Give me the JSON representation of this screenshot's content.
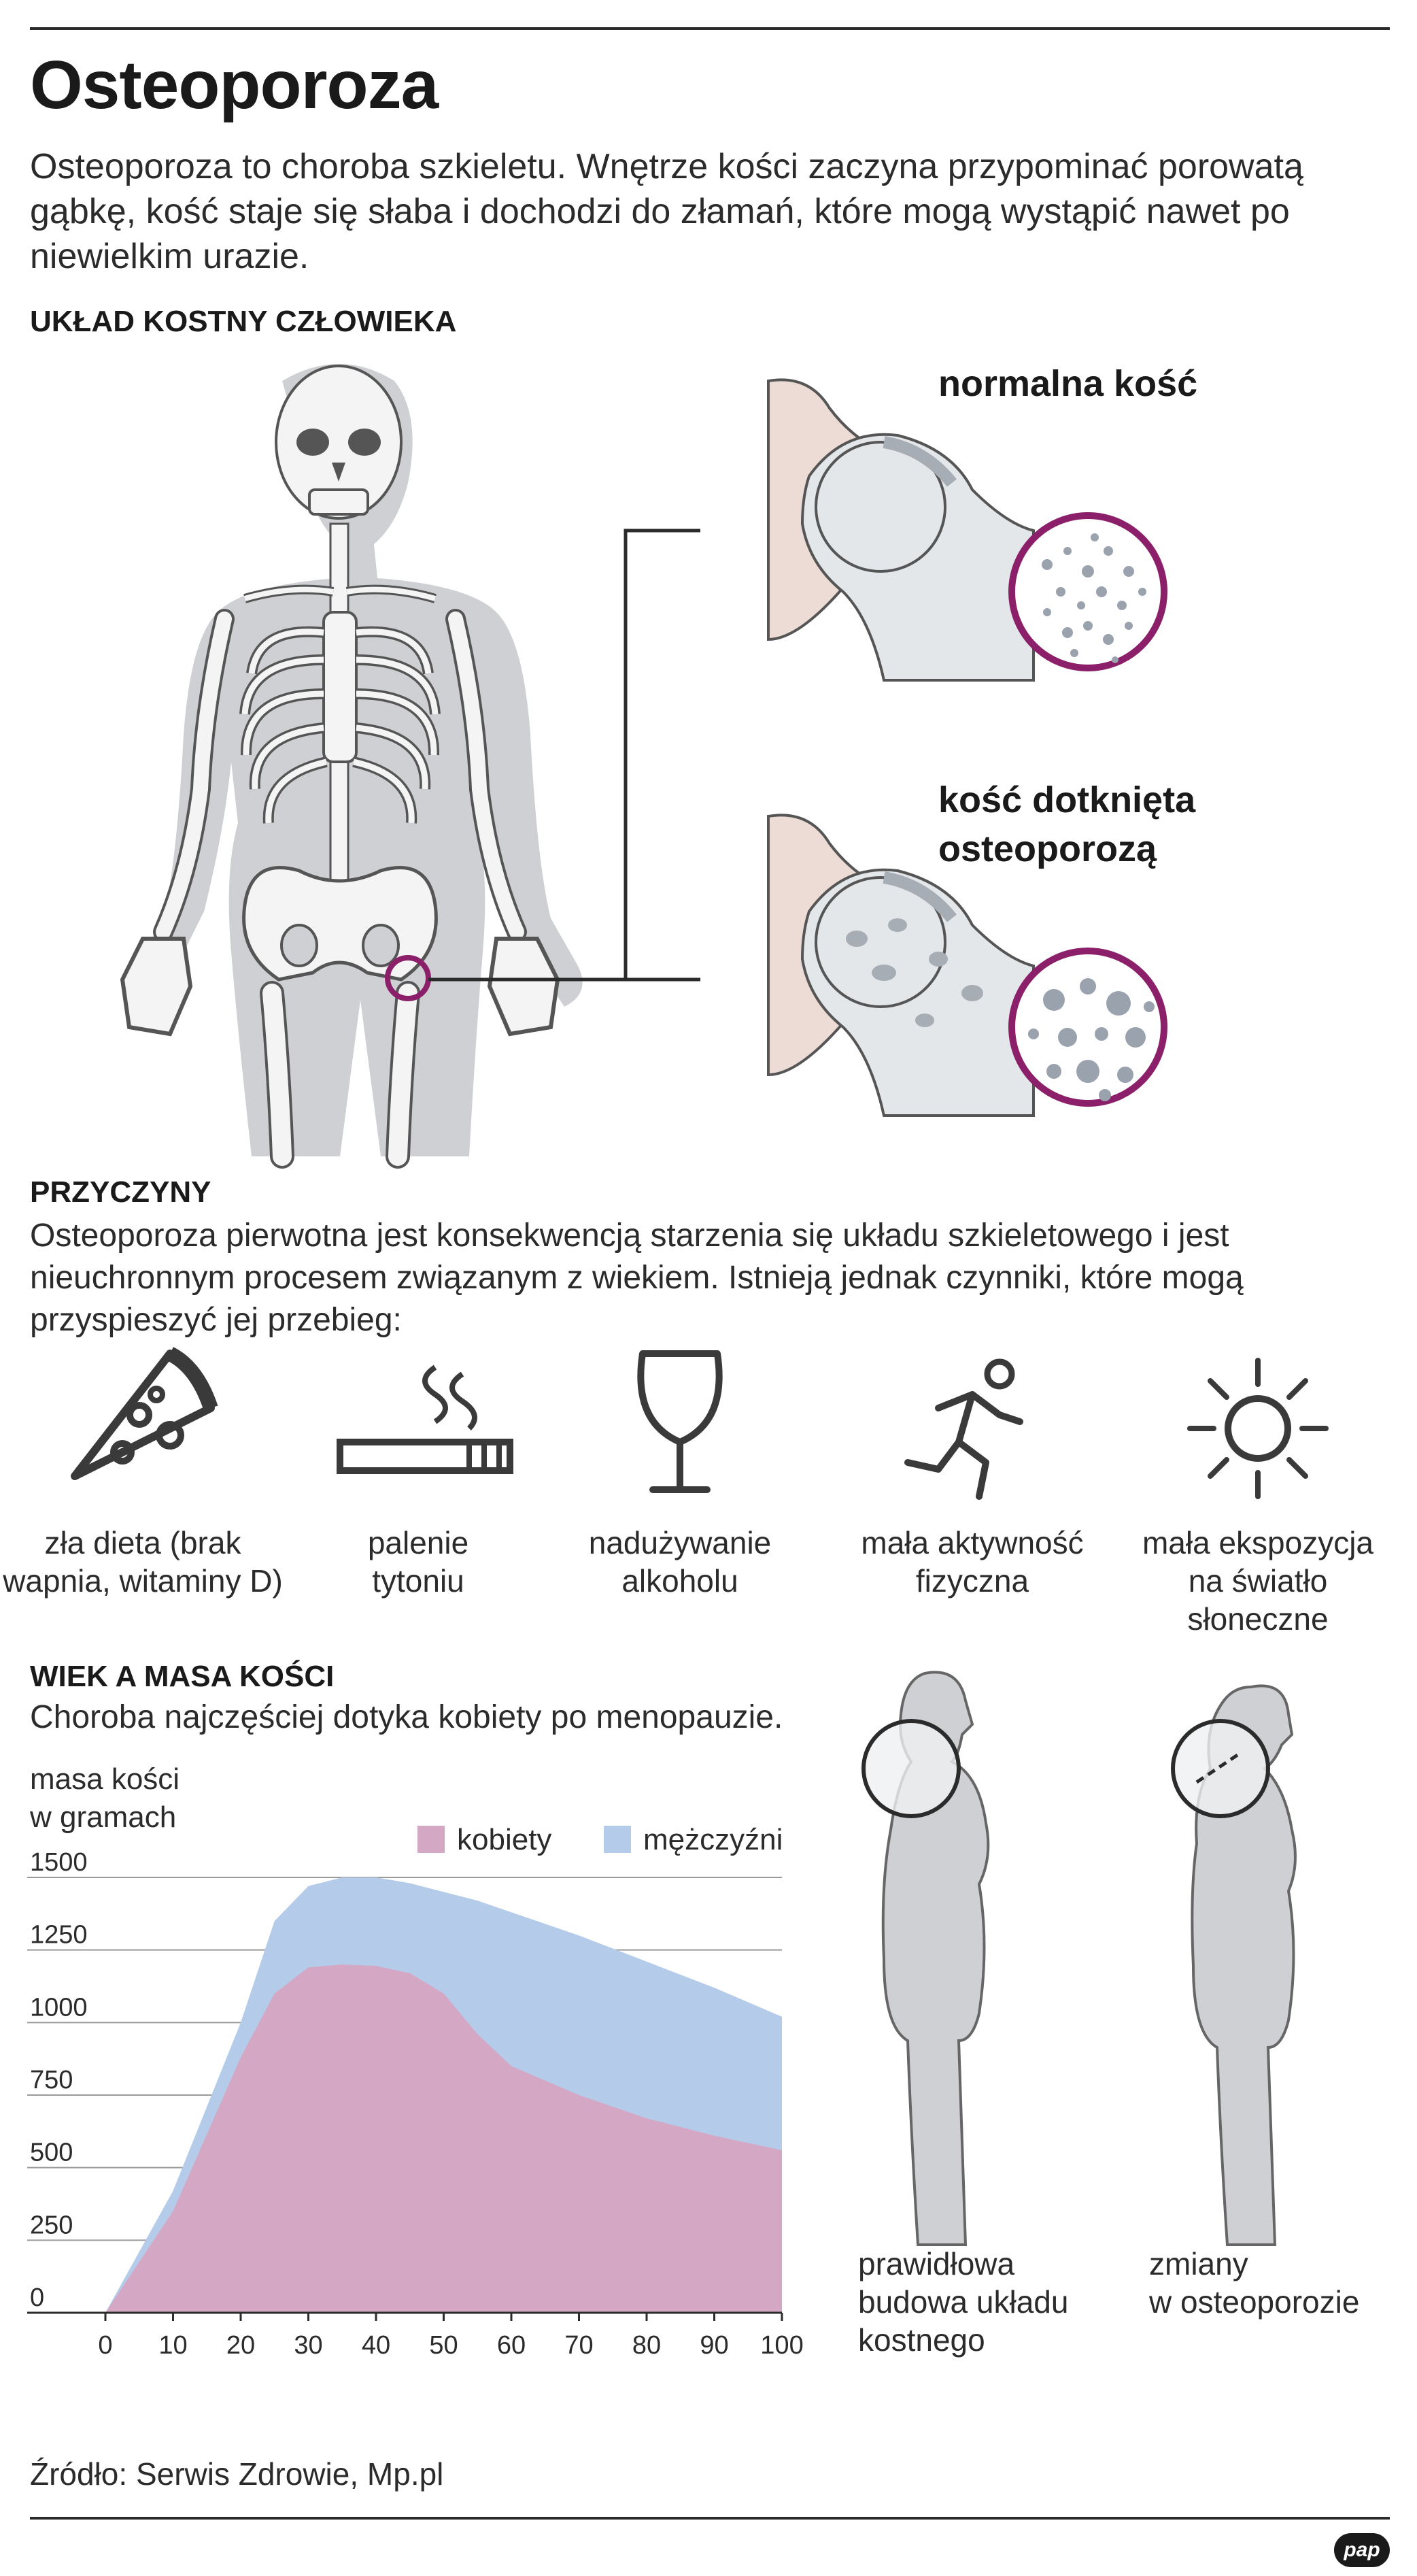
{
  "header": {
    "title": "Osteoporoza",
    "intro": "Osteoporoza to choroba szkieletu. Wnętrze kości zaczyna przypominać porowatą gąbkę, kość staje się słaba i dochodzi do złamań, które mogą  wystąpić nawet po niewielkim urazie."
  },
  "skeleton_section": {
    "heading": "UKŁAD KOSTNY CZŁOWIEKA",
    "normal_bone_label": "normalna kość",
    "osteo_bone_label_line1": "kość dotknięta",
    "osteo_bone_label_line2": "osteoporozą"
  },
  "causes_section": {
    "heading": "PRZYCZYNY",
    "text": "Osteoporoza pierwotna jest konsekwencją starzenia się układu szkieletowego i jest nieuchronnym procesem związanym z wiekiem. Istnieją jednak czynniki, które mogą przyspieszyć jej przebieg:",
    "factors": [
      {
        "icon": "pizza-slice-icon",
        "line1": "zła dieta (brak",
        "line2": "wapnia, witaminy D)"
      },
      {
        "icon": "cigarette-icon",
        "line1": "palenie",
        "line2": "tytoniu"
      },
      {
        "icon": "wine-glass-icon",
        "line1": "nadużywanie",
        "line2": "alkoholu"
      },
      {
        "icon": "running-person-icon",
        "line1": "mała aktywność",
        "line2": "fizyczna"
      },
      {
        "icon": "sun-icon",
        "line1": "mała ekspozycja",
        "line2": "na światło słoneczne"
      }
    ]
  },
  "age_section": {
    "heading": "WIEK A MASA KOŚCI",
    "subtitle": "Choroba najczęściej dotyka kobiety po menopauzie.",
    "posture_normal": [
      "prawidłowa",
      "budowa układu",
      "kostnego"
    ],
    "posture_osteo": [
      "zmiany",
      "w osteoporozie"
    ]
  },
  "chart_data": {
    "type": "area",
    "ylabel_line1": "masa kości",
    "ylabel_line2": "w gramach",
    "x": [
      0,
      10,
      20,
      25,
      30,
      35,
      40,
      45,
      50,
      55,
      60,
      70,
      80,
      90,
      100
    ],
    "xticks": [
      "0",
      "10",
      "20",
      "30",
      "40",
      "50",
      "60",
      "70",
      "80",
      "90",
      "100"
    ],
    "yticks": [
      "0",
      "250",
      "500",
      "750",
      "1000",
      "1250",
      "1500"
    ],
    "xlim": [
      0,
      100
    ],
    "ylim": [
      0,
      1500
    ],
    "grid": true,
    "legend_position": "top-right",
    "series": [
      {
        "name": "mężczyźni",
        "color": "#b4cbea",
        "values": [
          0,
          420,
          1000,
          1350,
          1470,
          1500,
          1500,
          1480,
          1450,
          1420,
          1380,
          1300,
          1210,
          1120,
          1020
        ]
      },
      {
        "name": "kobiety",
        "color": "#d4a8c4",
        "values": [
          0,
          350,
          880,
          1100,
          1190,
          1200,
          1195,
          1170,
          1100,
          960,
          850,
          750,
          670,
          610,
          560
        ]
      }
    ]
  },
  "footer": {
    "source": "Źródło: Serwis Zdrowie, Mp.pl",
    "logo_text": "pap"
  },
  "colors": {
    "accent_magenta": "#8c1f6a",
    "skeleton_gray": "#cfd0d3",
    "bone_fill": "#e4e7ea"
  }
}
